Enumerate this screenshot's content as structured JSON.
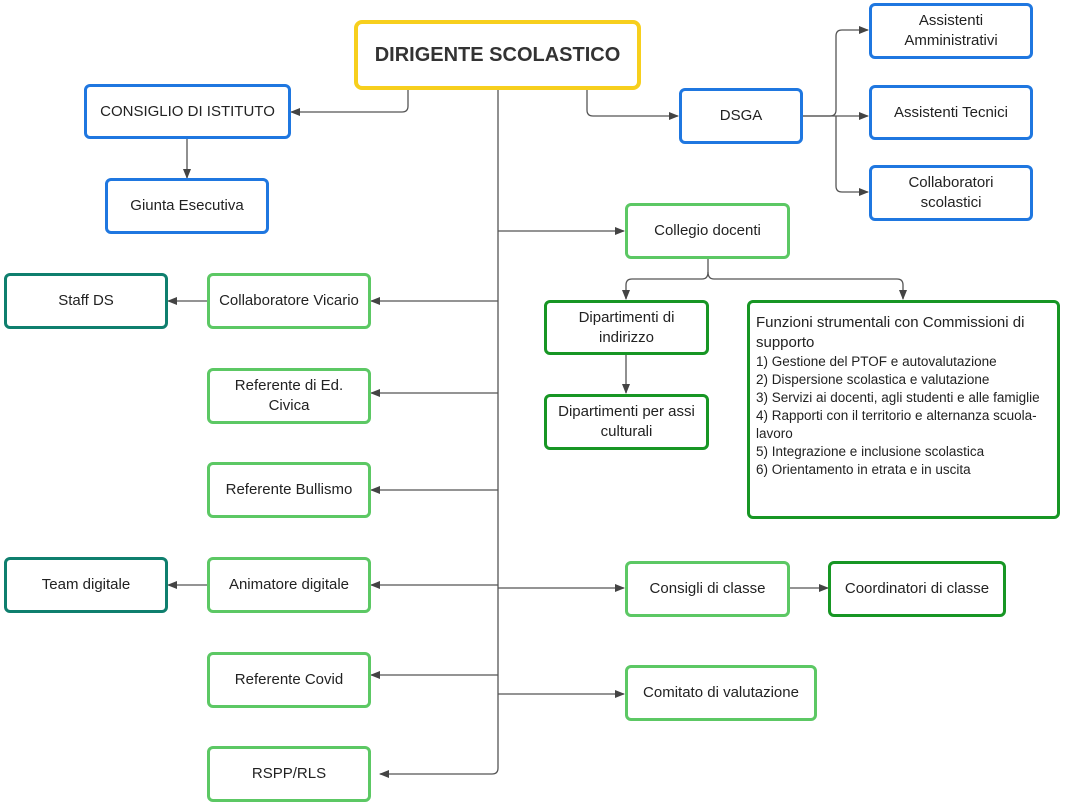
{
  "diagram": {
    "root": {
      "label": "DIRIGENTE SCOLASTICO",
      "color": "#f7cf1d"
    },
    "nodes": {
      "consiglio_istituto": "CONSIGLIO DI ISTITUTO",
      "giunta_esecutiva": "Giunta Esecutiva",
      "dsga": "DSGA",
      "assistenti_amministrativi": "Assistenti Amministrativi",
      "assistenti_tecnici": "Assistenti Tecnici",
      "collaboratori_scolastici": "Collaboratori scolastici",
      "collegio_docenti": "Collegio docenti",
      "dipartimenti_indirizzo": "Dipartimenti di indirizzo",
      "dipartimenti_assi": "Dipartimenti per assi culturali",
      "staff_ds": "Staff DS",
      "collaboratore_vicario": "Collaboratore Vicario",
      "referente_ed_civica": "Referente di Ed. Civica",
      "referente_bullismo": "Referente Bullismo",
      "team_digitale": "Team digitale",
      "animatore_digitale": "Animatore digitale",
      "referente_covid": "Referente Covid",
      "rspp_rls": "RSPP/RLS",
      "consigli_classe": "Consigli di classe",
      "coordinatori_classe": "Coordinatori di classe",
      "comitato_valutazione": "Comitato di valutazione"
    },
    "funzioni_strumentali": {
      "title": "Funzioni strumentali con Commissioni di supporto",
      "items": [
        "1) Gestione del PTOF e autovalutazione",
        "2) Dispersione scolastica e valutazione",
        "3) Servizi ai docenti, agli studenti e alle famiglie",
        "4) Rapporti con il territorio e alternanza scuola-lavoro",
        "5) Integrazione e inclusione scolastica",
        "6) Orientamento in etrata e in uscita"
      ]
    },
    "colors": {
      "root": "#f7cf1d",
      "administration": "#1f77e0",
      "teaching_light": "#5cc864",
      "teaching_dark": "#179624",
      "staff_teal": "#0f7f6e",
      "connector": "#444444"
    }
  }
}
